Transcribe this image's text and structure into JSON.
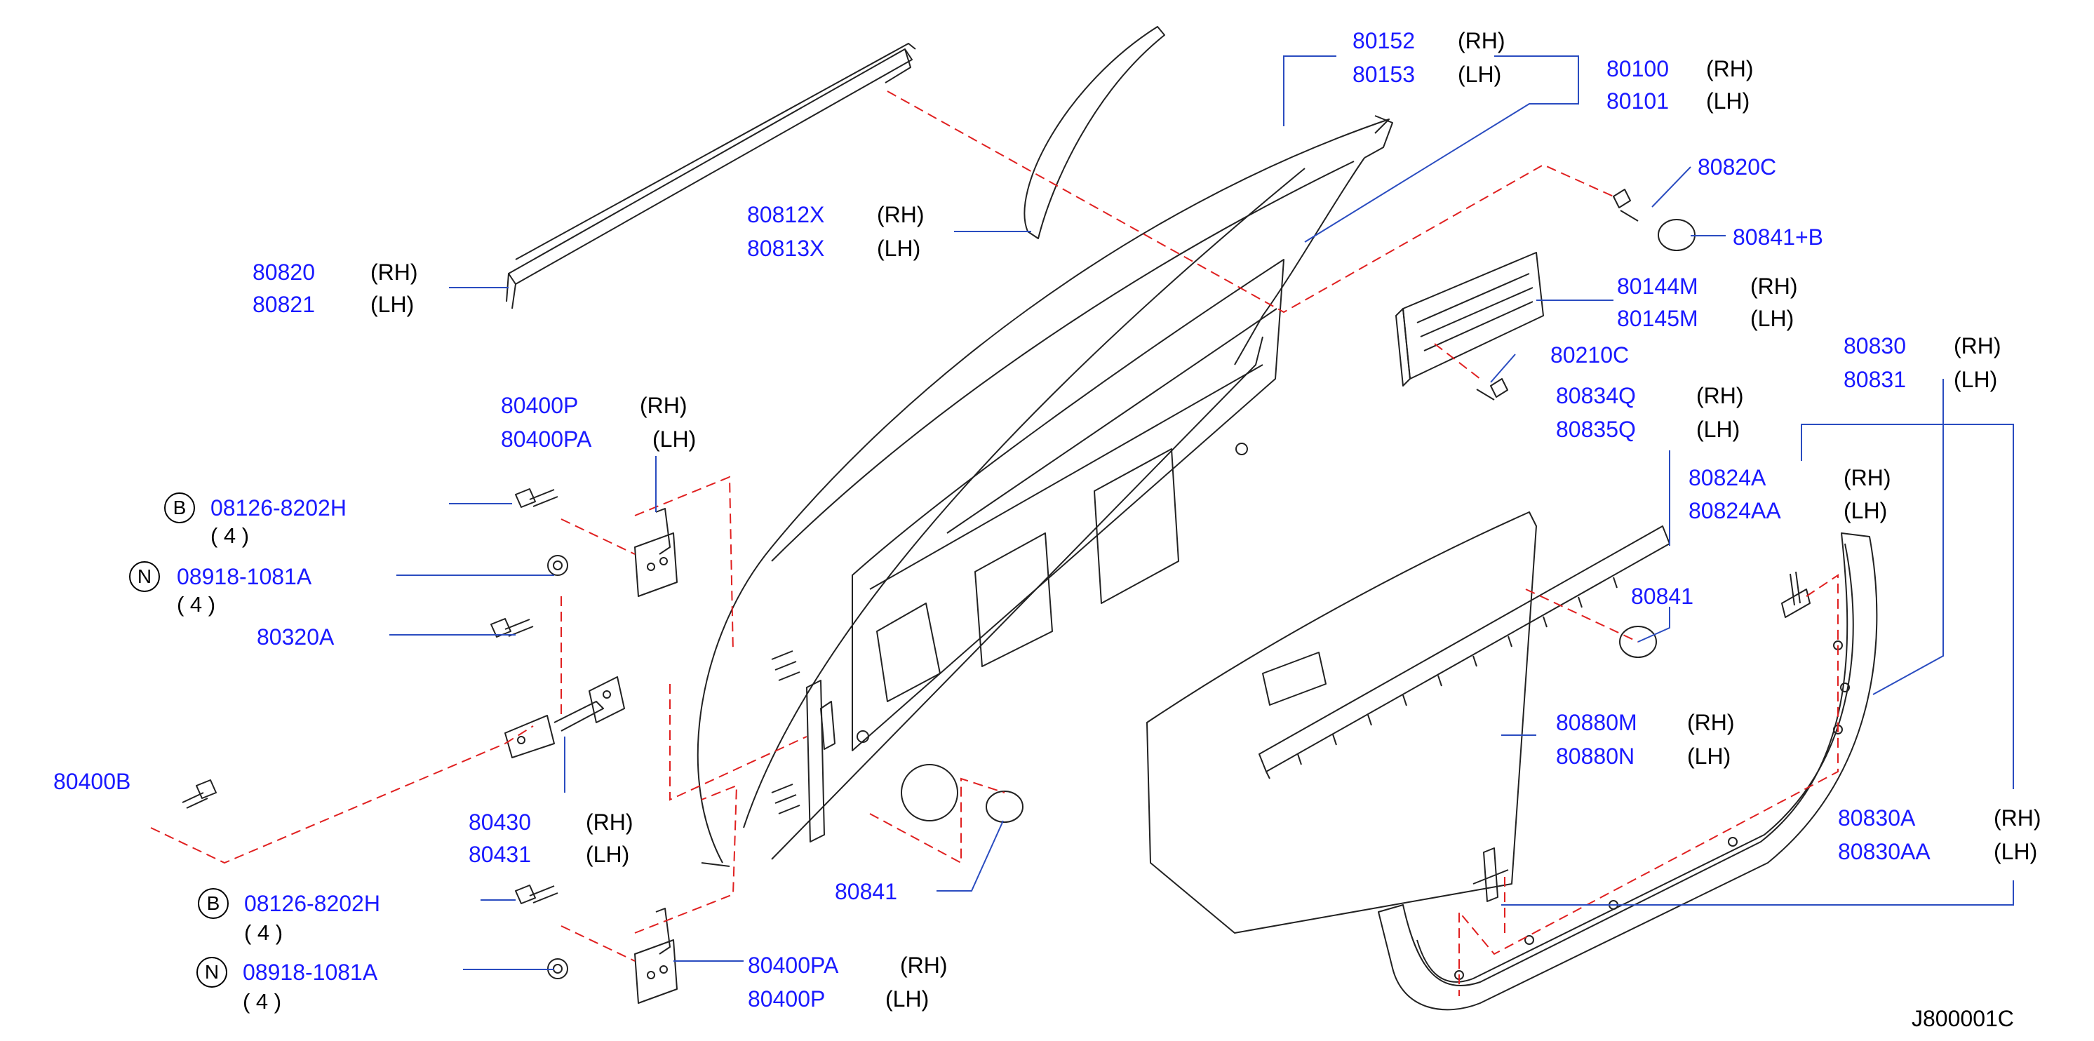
{
  "colors": {
    "part_number": "#1a1aff",
    "text": "#000000",
    "leader": "#2a4cc0",
    "phantom": "#e02020",
    "outline": "#222222"
  },
  "labels": [
    {
      "id": "l1",
      "code": "80152",
      "side": "(RH)"
    },
    {
      "id": "l2",
      "code": "80153",
      "side": "(LH)"
    },
    {
      "id": "l3",
      "code": "80100",
      "side": "(RH)"
    },
    {
      "id": "l4",
      "code": "80101",
      "side": "(LH)"
    },
    {
      "id": "l5",
      "code": "80820C",
      "side": ""
    },
    {
      "id": "l6",
      "code": "80841+B",
      "side": ""
    },
    {
      "id": "l7",
      "code": "80812X",
      "side": "(RH)"
    },
    {
      "id": "l8",
      "code": "80813X",
      "side": "(LH)"
    },
    {
      "id": "l9",
      "code": "80820",
      "side": "(RH)"
    },
    {
      "id": "l10",
      "code": "80821",
      "side": "(LH)"
    },
    {
      "id": "l11",
      "code": "80144M",
      "side": "(RH)"
    },
    {
      "id": "l12",
      "code": "80145M",
      "side": "(LH)"
    },
    {
      "id": "l13",
      "code": "80210C",
      "side": ""
    },
    {
      "id": "l14",
      "code": "80834Q",
      "side": "(RH)"
    },
    {
      "id": "l15",
      "code": "80835Q",
      "side": "(LH)"
    },
    {
      "id": "l16",
      "code": "80830",
      "side": "(RH)"
    },
    {
      "id": "l17",
      "code": "80831",
      "side": "(LH)"
    },
    {
      "id": "l18",
      "code": "80400P",
      "side": "(RH)"
    },
    {
      "id": "l19",
      "code": "80400PA",
      "side": "(LH)"
    },
    {
      "id": "l20",
      "code": "80824A",
      "side": "(RH)"
    },
    {
      "id": "l21",
      "code": "80824AA",
      "side": "(LH)"
    },
    {
      "id": "l22",
      "code": "08126-8202H",
      "side": ""
    },
    {
      "id": "l23",
      "code": "08918-1081A",
      "side": ""
    },
    {
      "id": "l24",
      "code": "80841",
      "side": ""
    },
    {
      "id": "l25",
      "code": "80320A",
      "side": ""
    },
    {
      "id": "l26",
      "code": "80880M",
      "side": "(RH)"
    },
    {
      "id": "l27",
      "code": "80880N",
      "side": "(LH)"
    },
    {
      "id": "l28",
      "code": "80400B",
      "side": ""
    },
    {
      "id": "l29",
      "code": "80430",
      "side": "(RH)"
    },
    {
      "id": "l30",
      "code": "80431",
      "side": "(LH)"
    },
    {
      "id": "l31",
      "code": "80830A",
      "side": "(RH)"
    },
    {
      "id": "l32",
      "code": "80830AA",
      "side": "(LH)"
    },
    {
      "id": "l33",
      "code": "80841",
      "side": ""
    },
    {
      "id": "l34",
      "code": "08126-8202H",
      "side": ""
    },
    {
      "id": "l35",
      "code": "08918-1081A",
      "side": ""
    },
    {
      "id": "l36",
      "code": "80400PA",
      "side": "(RH)"
    },
    {
      "id": "l37",
      "code": "80400P",
      "side": "(LH)"
    }
  ],
  "symbols": [
    "B",
    "N",
    "B",
    "N"
  ],
  "quantities": [
    "( 4 )",
    "( 4 )",
    "( 4 )",
    "( 4 )"
  ],
  "diagram_code": "J800001C"
}
